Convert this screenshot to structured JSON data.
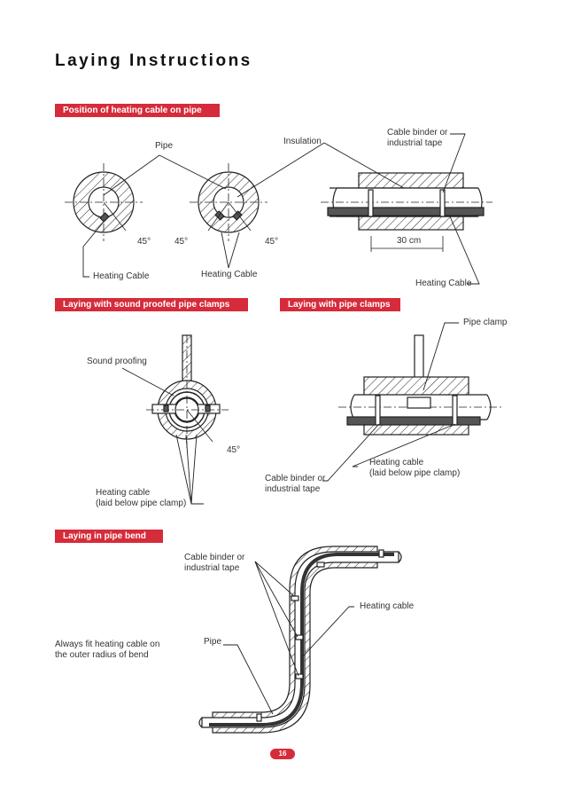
{
  "page": {
    "title": "Laying Instructions",
    "page_number": "16"
  },
  "sections": {
    "position": {
      "heading": "Position of heating cable on pipe",
      "labels": {
        "pipe": "Pipe",
        "insulation": "Insulation",
        "cable_binder": "Cable binder or\nindustrial tape",
        "angle_1": "45°",
        "angle_2": "45°",
        "angle_3": "45°",
        "heating_cable_1": "Heating Cable",
        "heating_cable_2": "Heating Cable",
        "heating_cable_3": "Heating Cable",
        "spacing": "30 cm"
      }
    },
    "sound_proofed": {
      "heading": "Laying with sound proofed pipe clamps",
      "labels": {
        "sound_proofing": "Sound proofing",
        "angle": "45°",
        "heating_cable": "Heating cable\n(laid below pipe clamp)"
      }
    },
    "pipe_clamps": {
      "heading": "Laying with pipe clamps",
      "labels": {
        "pipe_clamp": "Pipe clamp",
        "heating_cable": "Heating cable\n(laid below pipe clamp)",
        "cable_binder": "Cable binder or\nindustrial tape"
      }
    },
    "pipe_bend": {
      "heading": "Laying in pipe bend",
      "labels": {
        "cable_binder": "Cable binder or\nindustrial tape",
        "heating_cable": "Heating cable",
        "pipe": "Pipe",
        "note": "Always fit heating cable on\nthe outer radius of bend"
      }
    }
  },
  "colors": {
    "accent": "#d62b3a",
    "line": "#222222",
    "cable_fill": "#555555",
    "hatch": "#333333"
  }
}
